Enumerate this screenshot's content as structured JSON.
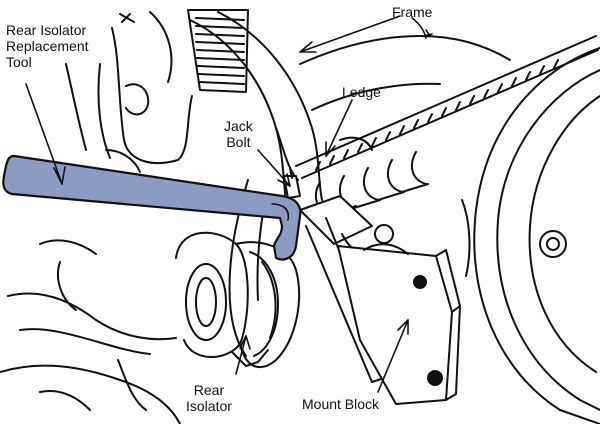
{
  "labels": {
    "rear_isolator_replacement_tool": [
      "Rear Isolator",
      "Replacement",
      "Tool"
    ],
    "frame": "Frame",
    "ledge": "Ledge",
    "jack_bolt": [
      "Jack",
      "Bolt"
    ],
    "rear_isolator": [
      "Rear",
      "Isolator"
    ],
    "mount_block": "Mount Block"
  },
  "colors": {
    "tool_fill": "#8d9bc3",
    "line": "#111111",
    "background": "#ffffff"
  }
}
